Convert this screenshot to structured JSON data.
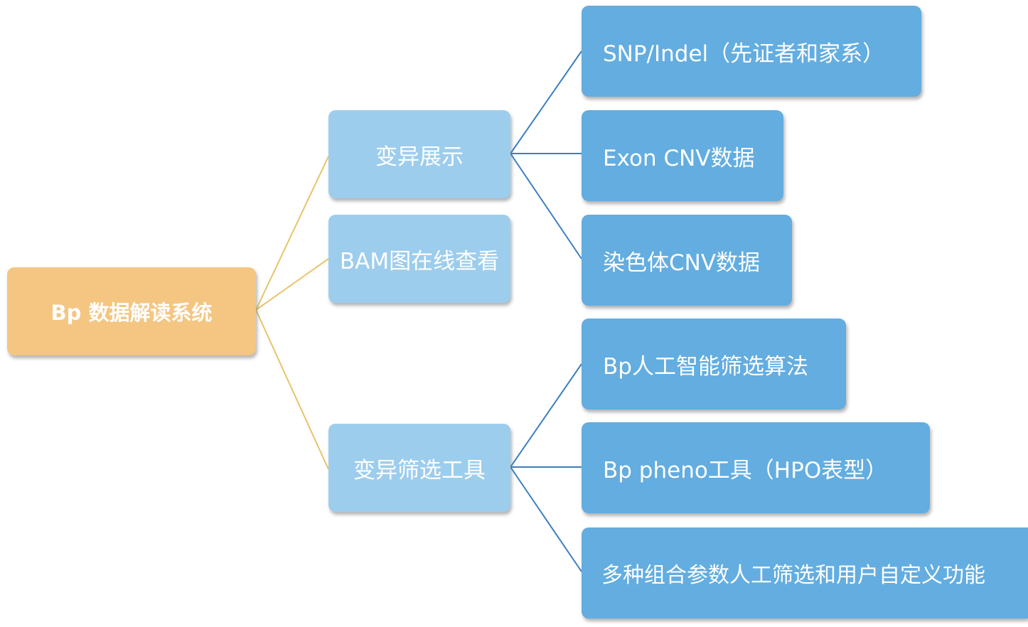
{
  "root": {
    "label": "Bp 数据解读系统"
  },
  "branches": [
    {
      "label": "变异展示",
      "children": [
        "SNP/Indel（先证者和家系）",
        "Exon CNV数据",
        "染色体CNV数据"
      ]
    },
    {
      "label": "BAM图在线查看",
      "children": []
    },
    {
      "label": "变异筛选工具",
      "children": [
        "Bp人工智能筛选算法",
        "Bp pheno工具（HPO表型）",
        "多种组合参数人工筛选和用户自定义功能"
      ]
    }
  ],
  "colors": {
    "root_fill": "#f4c682",
    "branch_fill": "#9dcded",
    "leaf_fill": "#63ade0",
    "root_connector": "#e8c46a",
    "branch_connector": "#3a7fc1"
  }
}
